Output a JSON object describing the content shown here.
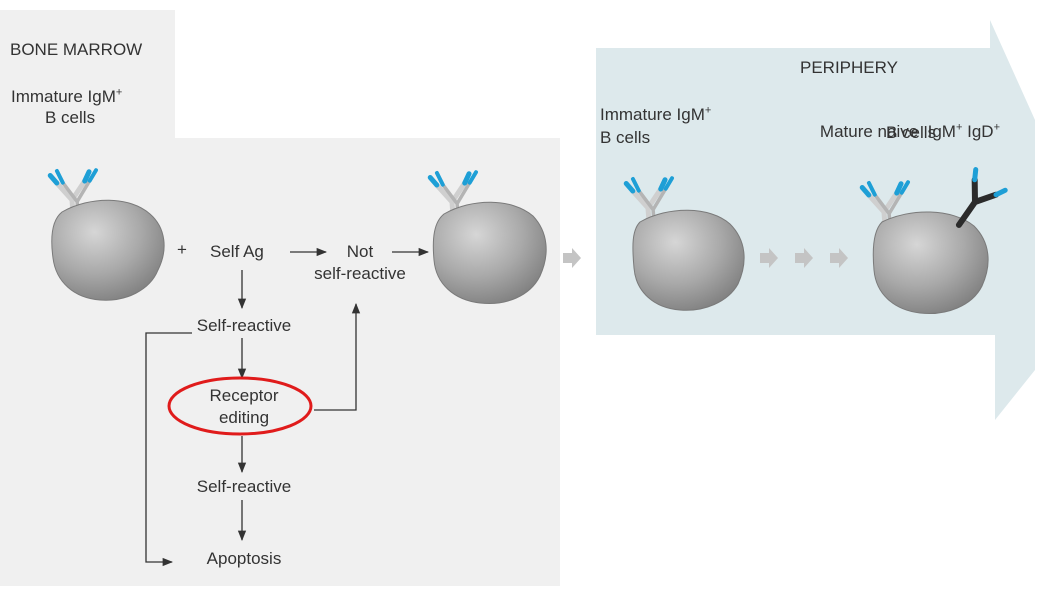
{
  "bone_marrow": {
    "title": "BONE MARROW",
    "immature_line1": "Immature IgM",
    "immature_line2": "B cells"
  },
  "flow": {
    "plus": "+",
    "self_ag": "Self Ag",
    "not_line1": "Not",
    "not_line2": "self-reactive",
    "self_reactive_1": "Self-reactive",
    "receptor_line1": "Receptor",
    "receptor_line2": "editing",
    "self_reactive_2": "Self-reactive",
    "apoptosis": "Apoptosis"
  },
  "periphery": {
    "title": "PERIPHERY",
    "immature_line1": "Immature IgM",
    "immature_line2": "B cells",
    "mature_line1_a": "Mature naive  IgM",
    "mature_line1_b": " IgD",
    "mature_line2": "B cells"
  },
  "superscript": "+",
  "colors": {
    "panel_gray": "#f0f0f0",
    "periphery_blue": "#dce8eb",
    "cell_gray": "#a9a9a9",
    "antibody_gray": "#c8c8c8",
    "antibody_tip": "#1e9fd6",
    "igd_dark": "#2b2b2b",
    "highlight_red": "#e01b1b",
    "arrow_gray": "#c4c4c4",
    "line_dark": "#333333"
  }
}
